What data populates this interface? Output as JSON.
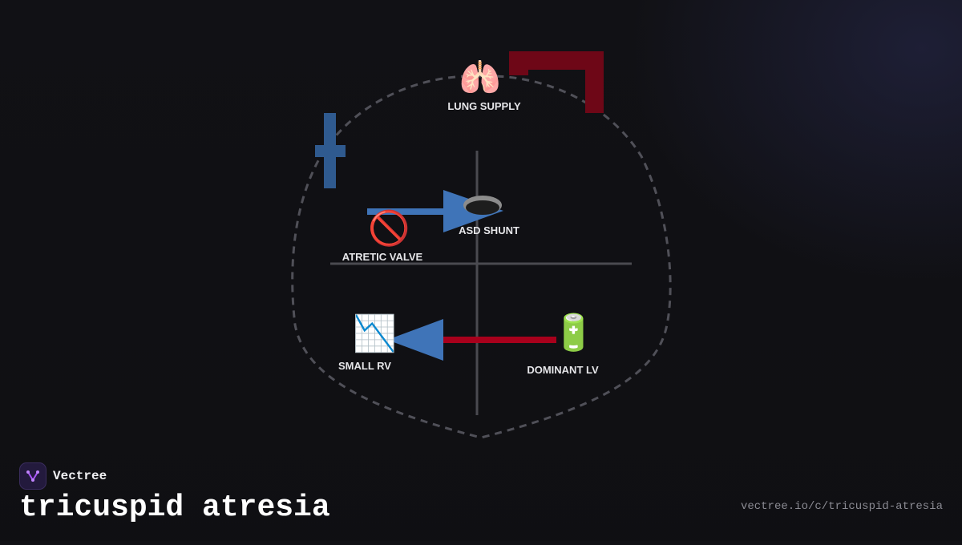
{
  "brand": {
    "name": "Vectree",
    "logo_icon": "vectree-logo-icon",
    "accent": "#a855f7"
  },
  "page": {
    "title": "tricuspid atresia",
    "url": "vectree.io/c/tricuspid-atresia"
  },
  "diagram": {
    "nodes": {
      "lung_supply": {
        "label": "LUNG SUPPLY",
        "icon": "🫁",
        "icon_name": "lungs-icon"
      },
      "asd_shunt": {
        "label": "ASD SHUNT",
        "icon_name": "hole-icon"
      },
      "atretic_valve": {
        "label": "ATRETIC VALVE",
        "icon": "🚫",
        "icon_name": "prohibited-icon"
      },
      "small_rv": {
        "label": "SMALL RV",
        "icon": "📉",
        "icon_name": "chart-decreasing-icon"
      },
      "dominant_lv": {
        "label": "DOMINANT LV",
        "icon": "🔋",
        "icon_name": "battery-icon"
      }
    },
    "colors": {
      "blue": "#3f74b8",
      "red": "#a8001c",
      "dark_red": "#6e0717",
      "axis": "#4a4a50",
      "outline": "#505058",
      "label": "#e6e6e9"
    }
  }
}
